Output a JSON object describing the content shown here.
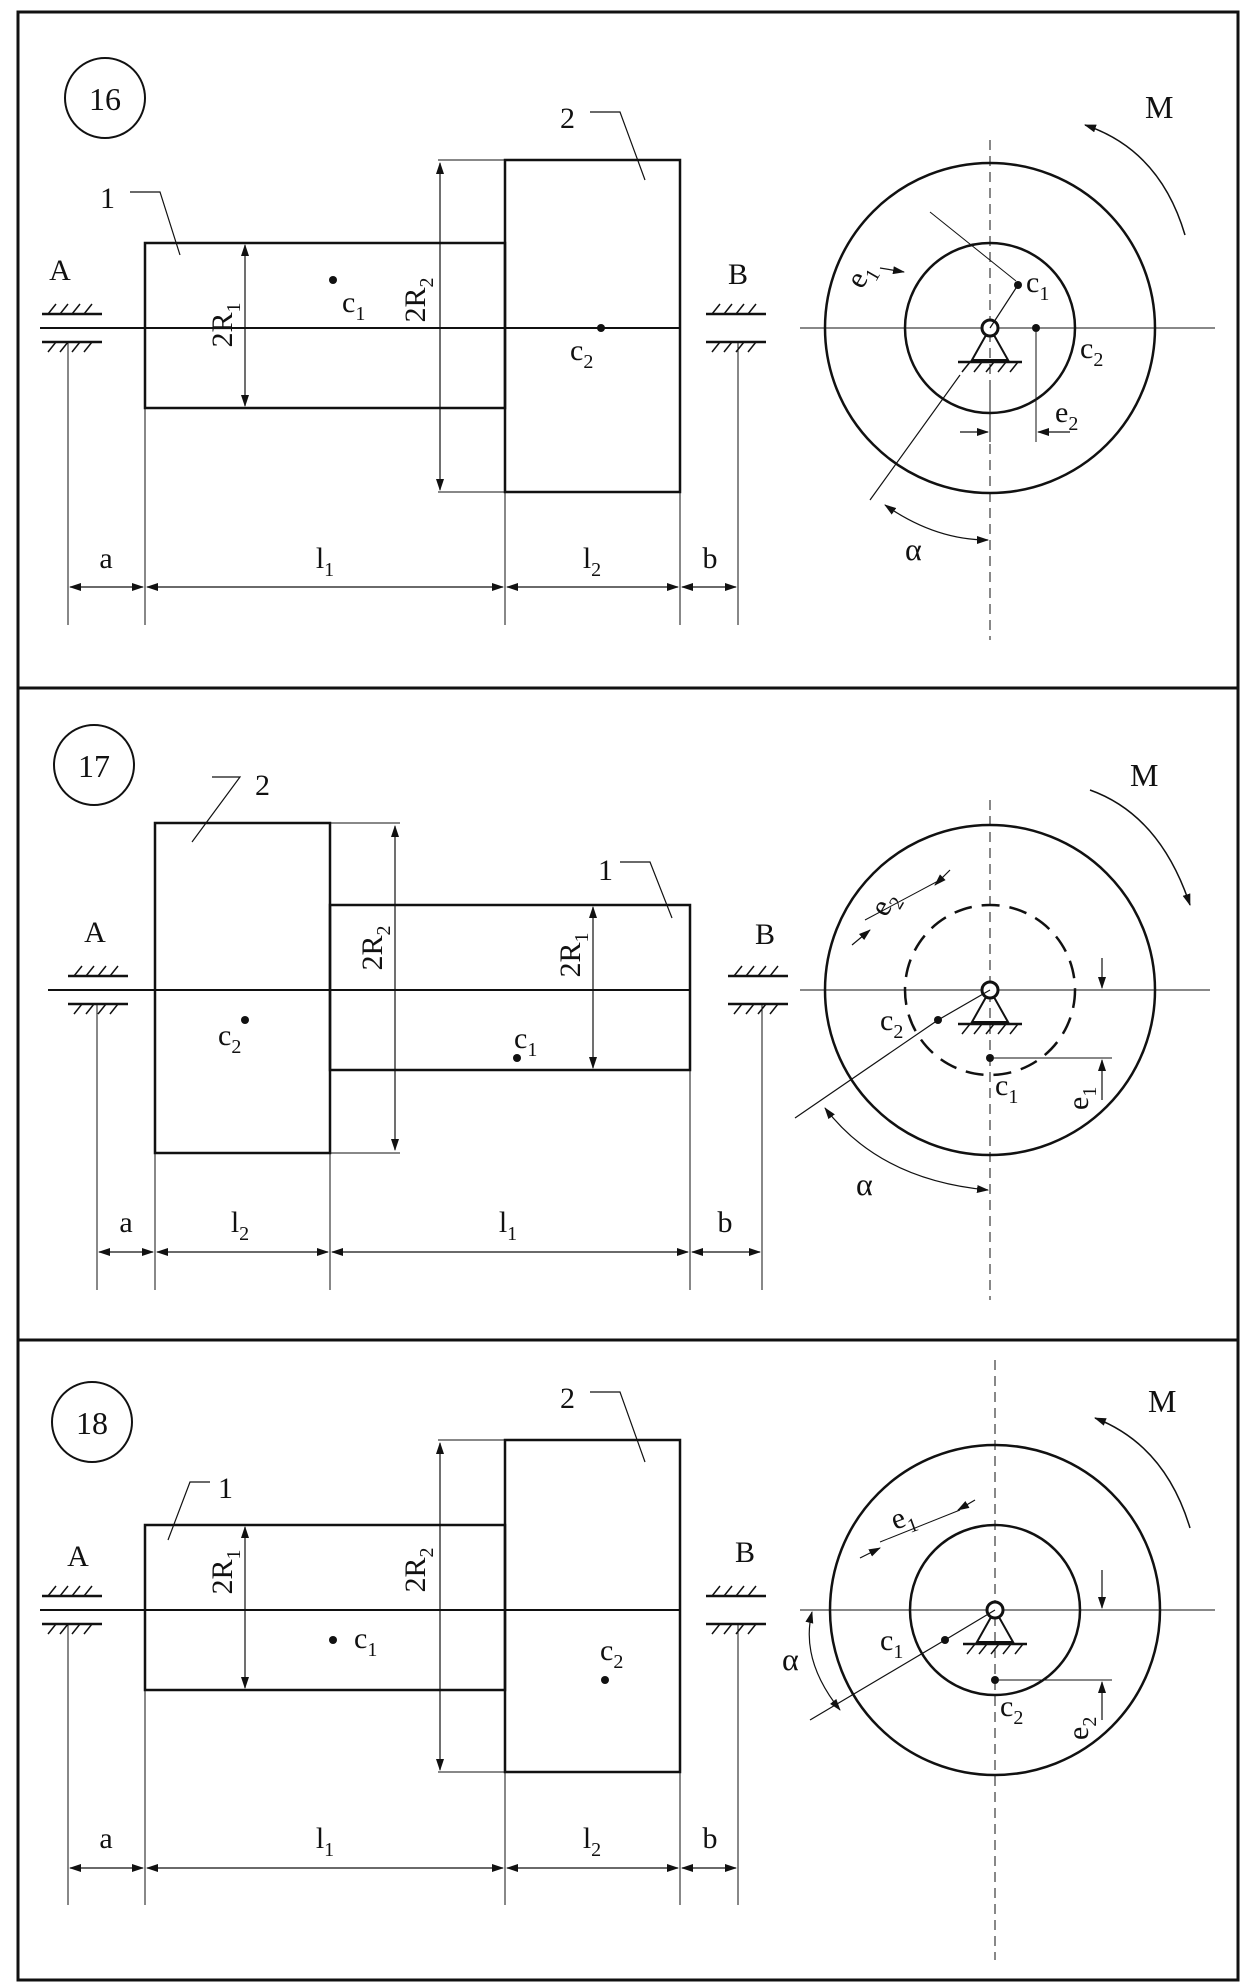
{
  "colors": {
    "ink": "#111111",
    "paper": "#ffffff"
  },
  "panels": [
    {
      "number": "16",
      "support_left": "A",
      "support_right": "B",
      "part1_label": "1",
      "part2_label": "2",
      "dim_r1": {
        "main": "2R",
        "sub": "1"
      },
      "dim_r2": {
        "main": "2R",
        "sub": "2"
      },
      "c1": {
        "main": "c",
        "sub": "1"
      },
      "c2": {
        "main": "c",
        "sub": "2"
      },
      "e1": {
        "main": "e",
        "sub": "1"
      },
      "e2": {
        "main": "e",
        "sub": "2"
      },
      "dim_a": "a",
      "dim_l1": {
        "main": "l",
        "sub": "1"
      },
      "dim_l2": {
        "main": "l",
        "sub": "2"
      },
      "dim_b": "b",
      "moment": "M",
      "angle": "α"
    },
    {
      "number": "17",
      "support_left": "A",
      "support_right": "B",
      "part1_label": "1",
      "part2_label": "2",
      "dim_r1": {
        "main": "2R",
        "sub": "1"
      },
      "dim_r2": {
        "main": "2R",
        "sub": "2"
      },
      "c1": {
        "main": "c",
        "sub": "1"
      },
      "c2": {
        "main": "c",
        "sub": "2"
      },
      "e1": {
        "main": "e",
        "sub": "1"
      },
      "e2": {
        "main": "e",
        "sub": "2"
      },
      "dim_a": "a",
      "dim_l1": {
        "main": "l",
        "sub": "1"
      },
      "dim_l2": {
        "main": "l",
        "sub": "2"
      },
      "dim_b": "b",
      "moment": "M",
      "angle": "α"
    },
    {
      "number": "18",
      "support_left": "A",
      "support_right": "B",
      "part1_label": "1",
      "part2_label": "2",
      "dim_r1": {
        "main": "2R",
        "sub": "1"
      },
      "dim_r2": {
        "main": "2R",
        "sub": "2"
      },
      "c1": {
        "main": "c",
        "sub": "1"
      },
      "c2": {
        "main": "c",
        "sub": "2"
      },
      "e1": {
        "main": "e",
        "sub": "1"
      },
      "e2": {
        "main": "e",
        "sub": "2"
      },
      "dim_a": "a",
      "dim_l1": {
        "main": "l",
        "sub": "1"
      },
      "dim_l2": {
        "main": "l",
        "sub": "2"
      },
      "dim_b": "b",
      "moment": "M",
      "angle": "α"
    }
  ]
}
